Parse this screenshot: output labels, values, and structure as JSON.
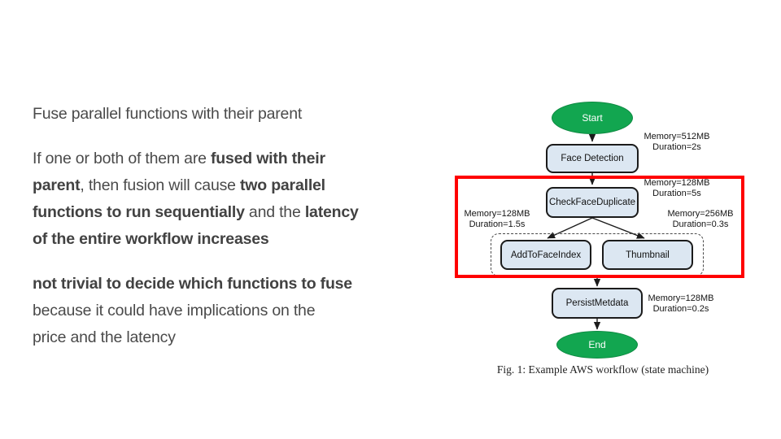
{
  "colors": {
    "green": "#12A650",
    "node_fill": "#DCE7F2",
    "node_border": "#1b1b1b",
    "highlight_red": "#FF0000",
    "text_gray": "#4a4a4a"
  },
  "left_text": {
    "paragraphs": [
      {
        "lines": [
          [
            {
              "t": "Fuse parallel functions with their parent"
            }
          ]
        ]
      },
      {
        "lines": [
          [
            {
              "t": "If one or both of them are "
            },
            {
              "t": "fused with their",
              "b": true
            }
          ],
          [
            {
              "t": "parent",
              "b": true
            },
            {
              "t": ", then fusion will cause "
            },
            {
              "t": "two parallel",
              "b": true
            }
          ],
          [
            {
              "t": "functions to run sequentially",
              "b": true
            },
            {
              "t": " and the "
            },
            {
              "t": "latency",
              "b": true
            }
          ],
          [
            {
              "t": "of the entire workflow increases",
              "b": true
            }
          ]
        ]
      },
      {
        "lines": [
          [
            {
              "t": "not trivial to decide which functions to fuse",
              "b": true
            }
          ],
          [
            {
              "t": "because it could have implications on the"
            }
          ],
          [
            {
              "t": "price and the latency"
            }
          ]
        ]
      }
    ]
  },
  "diagram": {
    "start_label": "Start",
    "end_label": "End",
    "face_detection_label": "Face Detection",
    "check_face_duplicate_label": "CheckFaceDuplicate",
    "add_to_face_index_label": "AddToFaceIndex",
    "thumbnail_label": "Thumbnail",
    "persist_metdata_label": "PersistMetdata",
    "meta_face_detection": {
      "l1": "Memory=512MB",
      "l2": "Duration=2s"
    },
    "meta_check_face_duplicate": {
      "l1": "Memory=128MB",
      "l2": "Duration=5s"
    },
    "meta_add_to_face_index": {
      "l1": "Memory=128MB",
      "l2": "Duration=1.5s"
    },
    "meta_thumbnail": {
      "l1": "Memory=256MB",
      "l2": "Duration=0.3s"
    },
    "meta_persist_metdata": {
      "l1": "Memory=128MB",
      "l2": "Duration=0.2s"
    },
    "caption": "Fig. 1: Example AWS workflow (state machine)"
  }
}
